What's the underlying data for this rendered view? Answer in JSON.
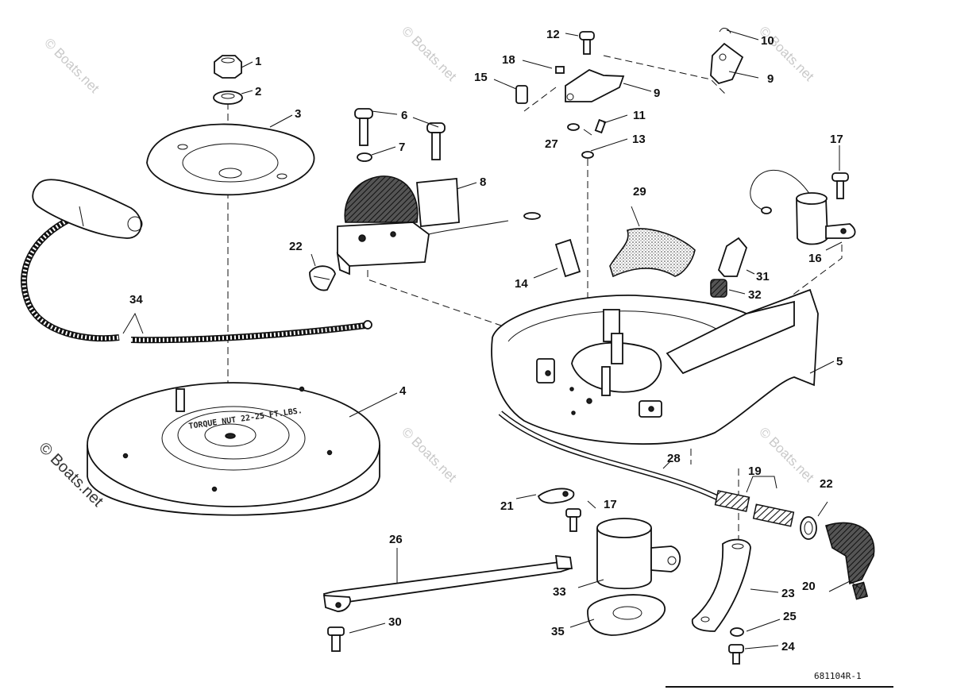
{
  "diagram": {
    "drawing_number": "681104R-1",
    "torque_label": "TORQUE NUT 22-25 FT.LBS.",
    "watermark": "© Boats.net",
    "callouts": [
      {
        "id": "c1",
        "label": "1"
      },
      {
        "id": "c2",
        "label": "2"
      },
      {
        "id": "c3",
        "label": "3"
      },
      {
        "id": "c4",
        "label": "4"
      },
      {
        "id": "c5",
        "label": "5"
      },
      {
        "id": "c6",
        "label": "6"
      },
      {
        "id": "c7",
        "label": "7"
      },
      {
        "id": "c8",
        "label": "8"
      },
      {
        "id": "c9a",
        "label": "9"
      },
      {
        "id": "c9b",
        "label": "9"
      },
      {
        "id": "c10",
        "label": "10"
      },
      {
        "id": "c11",
        "label": "11"
      },
      {
        "id": "c12",
        "label": "12"
      },
      {
        "id": "c13",
        "label": "13"
      },
      {
        "id": "c14",
        "label": "14"
      },
      {
        "id": "c15",
        "label": "15"
      },
      {
        "id": "c16",
        "label": "16"
      },
      {
        "id": "c17a",
        "label": "17"
      },
      {
        "id": "c17b",
        "label": "17"
      },
      {
        "id": "c18",
        "label": "18"
      },
      {
        "id": "c19",
        "label": "19"
      },
      {
        "id": "c20",
        "label": "20"
      },
      {
        "id": "c21",
        "label": "21"
      },
      {
        "id": "c22a",
        "label": "22"
      },
      {
        "id": "c22b",
        "label": "22"
      },
      {
        "id": "c23",
        "label": "23"
      },
      {
        "id": "c24",
        "label": "24"
      },
      {
        "id": "c25",
        "label": "25"
      },
      {
        "id": "c26",
        "label": "26"
      },
      {
        "id": "c27",
        "label": "27"
      },
      {
        "id": "c28",
        "label": "28"
      },
      {
        "id": "c29",
        "label": "29"
      },
      {
        "id": "c30",
        "label": "30"
      },
      {
        "id": "c31",
        "label": "31"
      },
      {
        "id": "c32",
        "label": "32"
      },
      {
        "id": "c33",
        "label": "33"
      },
      {
        "id": "c34",
        "label": "34"
      },
      {
        "id": "c35",
        "label": "35"
      }
    ]
  }
}
